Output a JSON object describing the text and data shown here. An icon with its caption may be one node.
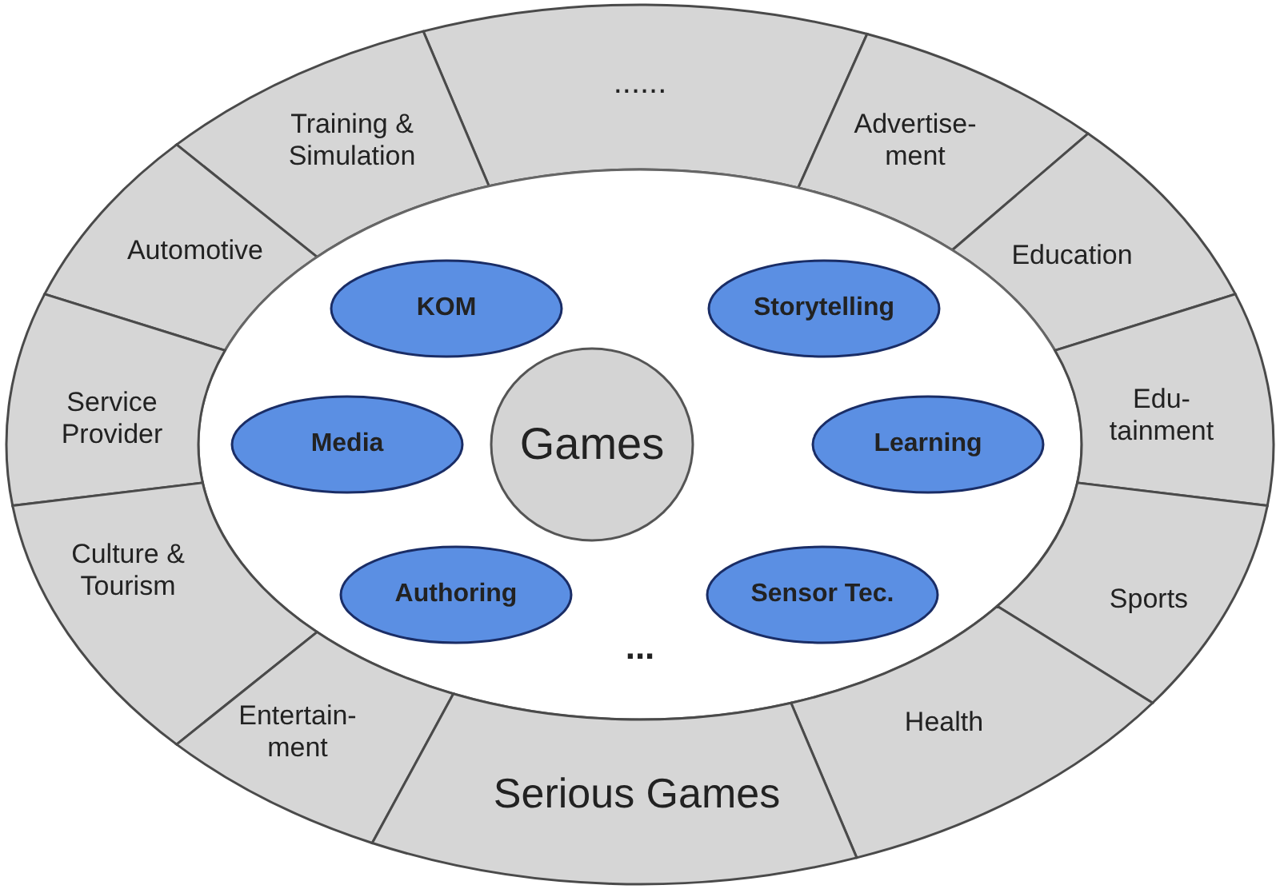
{
  "diagram": {
    "nodes": [
      {
        "text": [
          "......"
        ]
      },
      {
        "text": [
          "Training & Simulation"
        ]
      },
      {
        "text": [
          "Advertise- ment"
        ]
      },
      {
        "text": [
          "Automotive"
        ]
      },
      {
        "text": [
          "Education"
        ]
      },
      {
        "text": [],
        "shape": "ellipse"
      },
      {
        "text": [
          "KOM"
        ],
        "in": 5
      },
      {
        "text": [
          "Storytelling"
        ],
        "in": 5
      },
      {
        "text": [
          "Service Provider"
        ]
      },
      {
        "text": [
          "Media"
        ],
        "in": 5
      },
      {
        "text": [
          "Games"
        ],
        "in": 5
      },
      {
        "text": [
          "Learning"
        ],
        "in": 5
      },
      {
        "text": [
          "Edu- tainment"
        ]
      },
      {
        "text": [
          "Culture & Tourism"
        ]
      },
      {
        "text": [
          "Authoring"
        ],
        "in": 5
      },
      {
        "text": [
          "Sensor Tec."
        ],
        "in": 5
      },
      {
        "text": [
          "Sports"
        ]
      },
      {
        "text": [
          "Entertain- ment"
        ]
      },
      {
        "text": [
          "Health"
        ]
      },
      {
        "text": [
          "Serious Games"
        ]
      }
    ],
    "edges": [],
    "labels": [
      "..."
    ]
  }
}
